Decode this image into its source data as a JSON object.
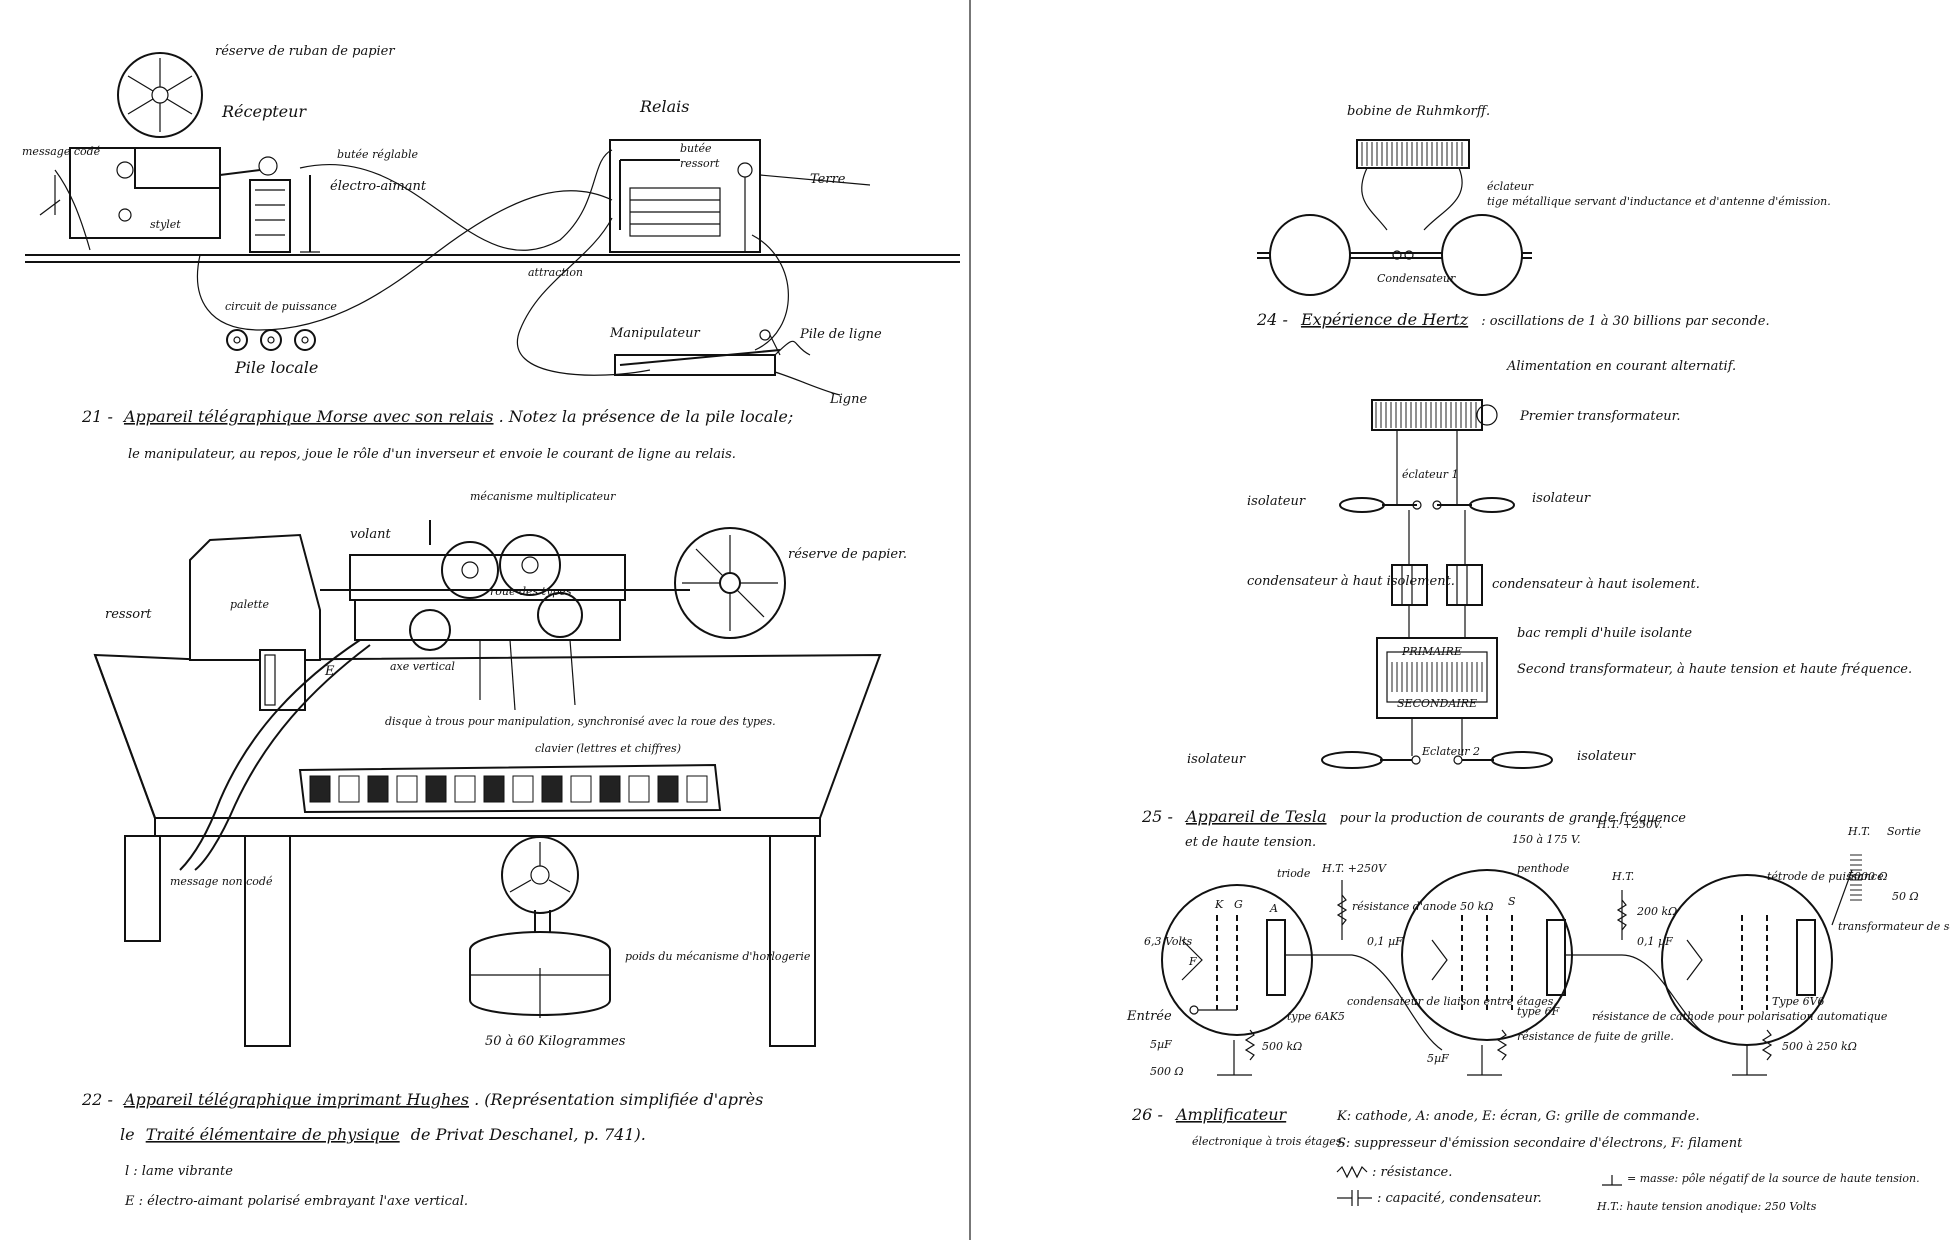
{
  "left": {
    "fig21": {
      "labels": {
        "reserve_ruban": "réserve de ruban de papier",
        "recepteur": "Récepteur",
        "relais": "Relais",
        "message_code": "message codé",
        "butee_reglable": "butée réglable",
        "electro_aimant": "électro-aimant",
        "butee": "butée",
        "ressort": "ressort",
        "terre": "Terre",
        "stylet": "stylet",
        "attraction": "attraction",
        "circuit_puissance": "circuit de puissance",
        "manipulateur": "Manipulateur",
        "pile_ligne": "Pile de ligne",
        "pile_locale": "Pile locale",
        "ligne": "Ligne"
      },
      "caption_num": "21 -",
      "caption_title": "Appareil télégraphique Morse avec son relais",
      "caption_rest": ". Notez la présence de la pile locale;",
      "caption_line2": "le manipulateur, au repos, joue le rôle d'un inverseur et envoie le courant de ligne au relais."
    },
    "fig22": {
      "labels": {
        "mecanisme": "mécanisme multiplicateur",
        "volant": "volant",
        "reserve_papier": "réserve de papier.",
        "roue_types": "roue des types",
        "ressort": "ressort",
        "palette": "palette",
        "axe_vertical": "axe vertical",
        "e": "E",
        "disque": "disque à trous pour manipulation, synchronisé avec la roue des types.",
        "clavier": "clavier (lettres et chiffres)",
        "message_non_code": "message non codé",
        "poids": "poids du mécanisme d'horlogerie",
        "kilogrammes": "50 à 60 Kilogrammes"
      },
      "caption_num": "22 -",
      "caption_title": "Appareil télégraphique imprimant Hughes",
      "caption_rest": ". (Représentation simplifiée d'après",
      "caption_line2a": "le",
      "caption_line2b": "Traité élémentaire de physique",
      "caption_line2c": "de Privat Deschanel, p. 741).",
      "legend_l": "l : lame vibrante",
      "legend_e": "E : électro-aimant polarisé embrayant l'axe vertical."
    }
  },
  "right": {
    "fig24": {
      "labels": {
        "bobine": "bobine de Ruhmkorff.",
        "eclateur": "éclateur",
        "tige": "tige métallique servant d'inductance et d'antenne d'émission.",
        "condensateur": "Condensateur"
      },
      "caption_num": "24 -",
      "caption_title": "Expérience de Hertz",
      "caption_rest": ": oscillations de 1 à 30 billions par seconde."
    },
    "fig25": {
      "labels": {
        "alimentation": "Alimentation en courant alternatif.",
        "premier_transfo": "Premier transformateur.",
        "eclateur1": "éclateur 1",
        "isolateur": "isolateur",
        "condensateur_haut": "condensateur à haut isolement.",
        "condensateur_left": "condensateur à haut isolement.",
        "bac": "bac rempli d'huile isolante",
        "primaire": "PRIMAIRE",
        "secondaire": "SECONDAIRE",
        "second_transfo": "Second transformateur, à haute tension et haute fréquence.",
        "eclateur2": "Eclateur 2"
      },
      "caption_num": "25 -",
      "caption_title": "Appareil de Tesla",
      "caption_rest": "pour la production de courants de grande fréquence",
      "caption_line2": "et de haute tension."
    },
    "fig26": {
      "labels": {
        "triode": "triode",
        "penthode": "penthode",
        "tetrode": "tétrode de puissance",
        "v63": "6,3 Volts",
        "entree": "Entrée",
        "ht250": "H.T. +250V",
        "resistance_anode": "résistance d'anode 50 kΩ",
        "v150": "150 à 175 V.",
        "ht250b": "H.T. +250V.",
        "ht": "H.T.",
        "ht2": "H.T.",
        "sortie": "Sortie",
        "r5000": "5000 Ω",
        "r50": "50 Ω",
        "k200": "200 kΩ",
        "pf01": "0,1 µF",
        "pf01b": "0,1 µF",
        "transfo_sortie": "transformateur de sortie",
        "type_6ak5": "type 6AK5",
        "type_6v6": "Type 6V6",
        "type_6f": "type 6F",
        "cond_liaison": "condensateur de liaison entre étages.",
        "res_fuite": "résistance de fuite de grille.",
        "res_cathode": "résistance de cathode pour polarisation automatique",
        "uf5": "5µF",
        "uf5b": "5µF",
        "r500": "500 Ω",
        "k500": "500 kΩ",
        "k500b": "500 à 250 kΩ",
        "k": "K",
        "g": "G",
        "s": "S",
        "a": "A",
        "f": "F"
      },
      "caption_num": "26 -",
      "caption_title": "Amplificateur",
      "caption_line2": "électronique à trois étages.",
      "legend1": "K: cathode, A: anode, E: écran, G: grille de commande.",
      "legend2": "S: suppresseur d'émission secondaire d'électrons, F: filament",
      "legend3": ": résistance.",
      "legend4": ": capacité, condensateur.",
      "legend5": "= masse: pôle négatif de la source de haute tension.",
      "legend6": "H.T.: haute tension anodique: 250 Volts"
    }
  }
}
